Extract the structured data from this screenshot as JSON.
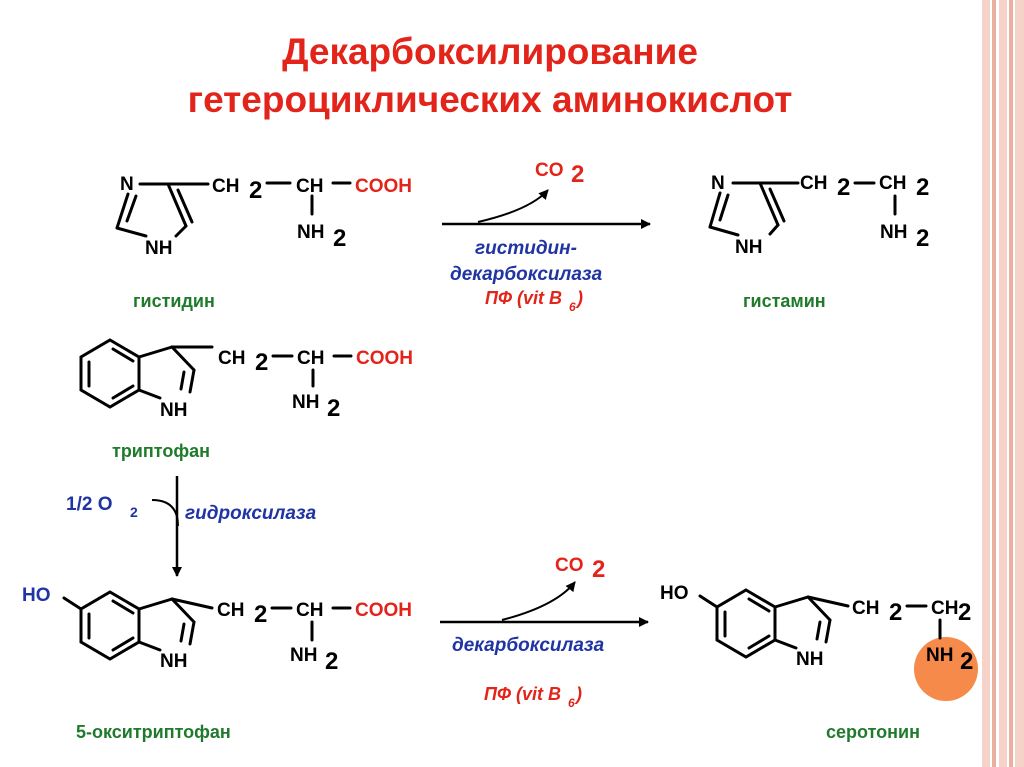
{
  "title": {
    "line1": "Декарбоксилирование",
    "line2": "гетероциклических аминокислот"
  },
  "colors": {
    "title": "#e2241a",
    "compound_names": "#1f7a2c",
    "enzymes": "#2034a4",
    "cofactor": "#e2241a",
    "accent_circle": "#f58a4b",
    "border_stripes": [
      "#f6d3c8",
      "#eab09f"
    ]
  },
  "labels": {
    "ch2": "CH",
    "ch": "CH",
    "cooh": "COOH",
    "nh2": "NH",
    "nh": "NH",
    "n": "N",
    "ho": "HO",
    "co2": "CO",
    "two": "2",
    "six": "6",
    "half_o2": "1/2 O"
  },
  "compounds": {
    "histidine": "гистидин",
    "histamine": "гистамин",
    "tryptophan": "триптофан",
    "hydroxytryptophan": "5-окситриптофан",
    "serotonin": "серотонин"
  },
  "enzymes": {
    "histidine_decarboxylase_1": "гистидин-",
    "histidine_decarboxylase_2": "декарбоксилаза",
    "hydroxylase": "гидроксилаза",
    "decarboxylase": "декарбоксилаза"
  },
  "cofactor": {
    "text": "ПФ (vit B"
  }
}
